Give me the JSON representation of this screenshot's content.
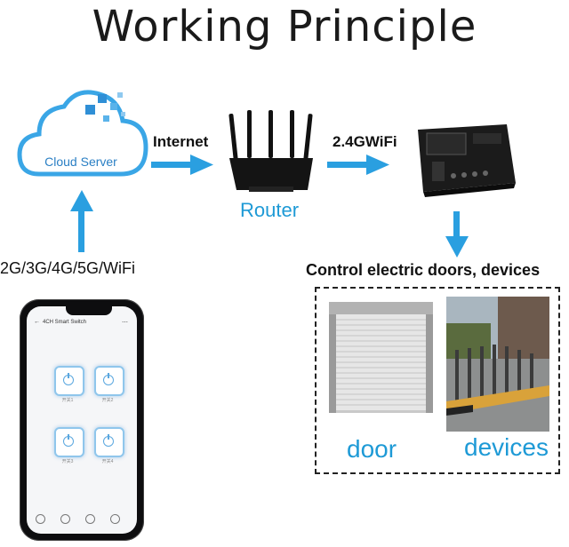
{
  "title": "Working Principle",
  "cloud": {
    "label": "Cloud Server",
    "icon": "cloud-icon"
  },
  "arrows": {
    "color": "#2a9fe0"
  },
  "internet_label": "Internet",
  "router": {
    "label": "Router",
    "icon": "router-icon"
  },
  "wifi_label": "2.4GWiFi",
  "controller": {
    "icon": "controller-box-icon"
  },
  "network_label": "2G/3G/4G/5G/WiFi",
  "phone": {
    "app_title": "4CH Smart Switch",
    "switches": [
      "开关1",
      "开关2",
      "开关3",
      "开关4"
    ]
  },
  "control_label": "Control electric doors, devices",
  "door_label": "door",
  "devices_label": "devices",
  "colors": {
    "accent": "#1e9ad6",
    "text": "#1a1a1a"
  }
}
